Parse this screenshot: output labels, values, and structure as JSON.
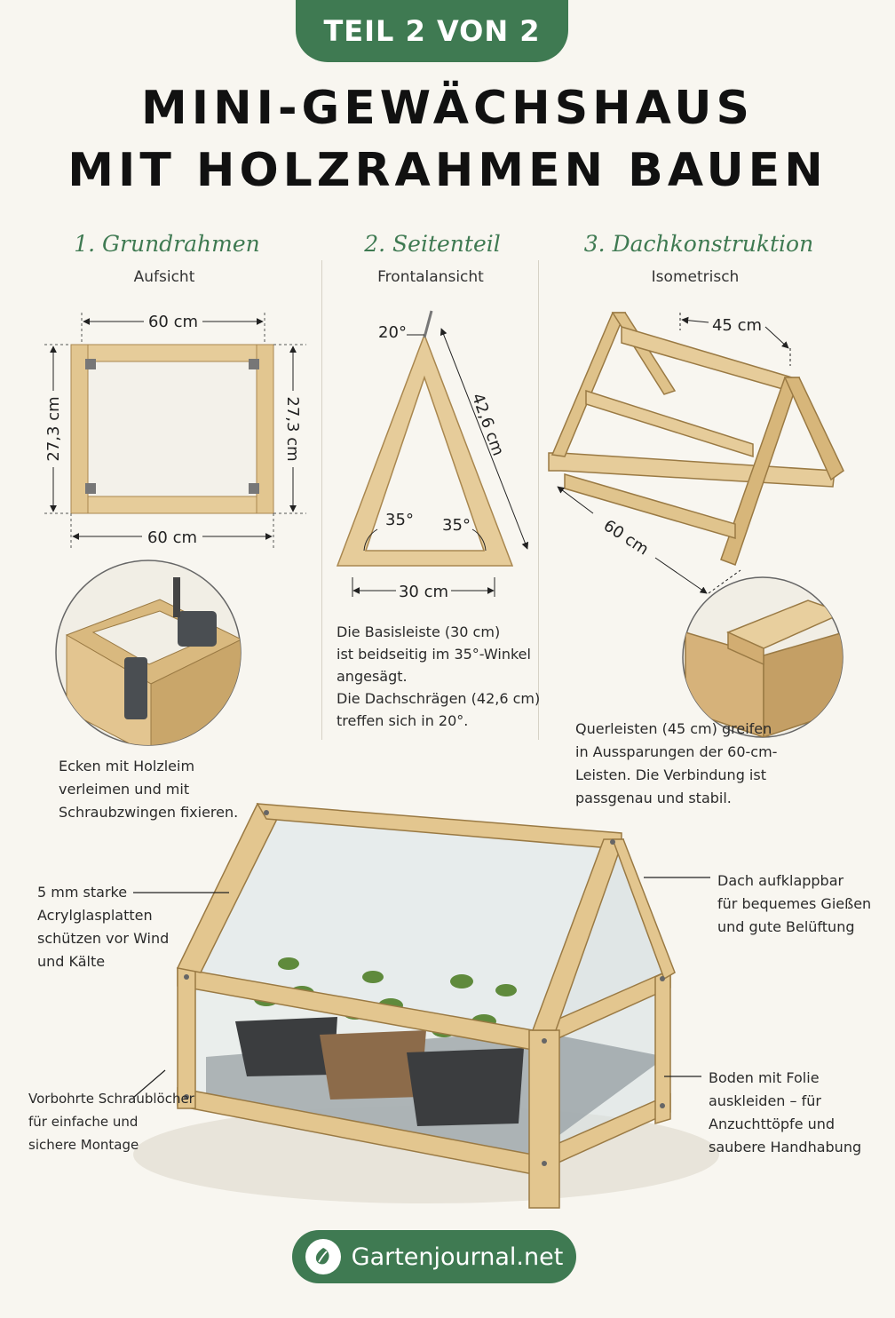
{
  "badge": "TEIL 2 VON 2",
  "title": {
    "line1": "MINI-GEWÄCHSHAUS",
    "line2": "MIT HOLZRAHMEN BAUEN"
  },
  "sections": [
    {
      "title": "1. Grundrahmen",
      "subtitle": "Aufsicht"
    },
    {
      "title": "2. Seitenteil",
      "subtitle": "Frontalansicht"
    },
    {
      "title": "3. Dachkonstruktion",
      "subtitle": "Isometrisch"
    }
  ],
  "dims": {
    "s1_top": "60 cm",
    "s1_bottom": "60 cm",
    "s1_left": "27,3 cm",
    "s1_right": "27,3 cm",
    "s2_apex": "20°",
    "s2_side": "42,6 cm",
    "s2_angle_left": "35°",
    "s2_angle_right": "35°",
    "s2_base": "30 cm",
    "s3_top": "45 cm",
    "s3_bottom": "60 cm"
  },
  "notes": {
    "s1": [
      "Ecken mit Holzleim",
      "verleimen und mit",
      "Schraubzwingen fixieren."
    ],
    "s2": [
      "Die Basisleiste (30 cm)",
      "ist beidseitig im 35°-Winkel",
      "angesägt.",
      "Die Dachschrägen (42,6 cm)",
      "treffen sich in 20°."
    ],
    "s3": [
      "Querleisten (45 cm) greifen",
      "in Aussparungen der 60-cm-",
      "Leisten. Die Verbindung ist",
      "passgenau und stabil."
    ],
    "acryl": [
      "5 mm starke",
      "Acrylglasplatten",
      "schützen vor Wind",
      "und Kälte"
    ],
    "dach": [
      "Dach aufklappbar",
      "für bequemes Gießen",
      "und gute Belüftung"
    ],
    "schraub": [
      "Vorbohrte Schraublöcher",
      "für einfache und",
      "sichere Montage"
    ],
    "boden": [
      "Boden mit Folie",
      "auskleiden – für",
      "Anzuchttöpfe und",
      "saubere Handhabung"
    ]
  },
  "footer": {
    "label": "Gartenjournal.net",
    "icon": "leaf-icon"
  },
  "colors": {
    "accent": "#3f7a52",
    "wood": "#e6cc9a",
    "wood_dark": "#a9874f"
  }
}
